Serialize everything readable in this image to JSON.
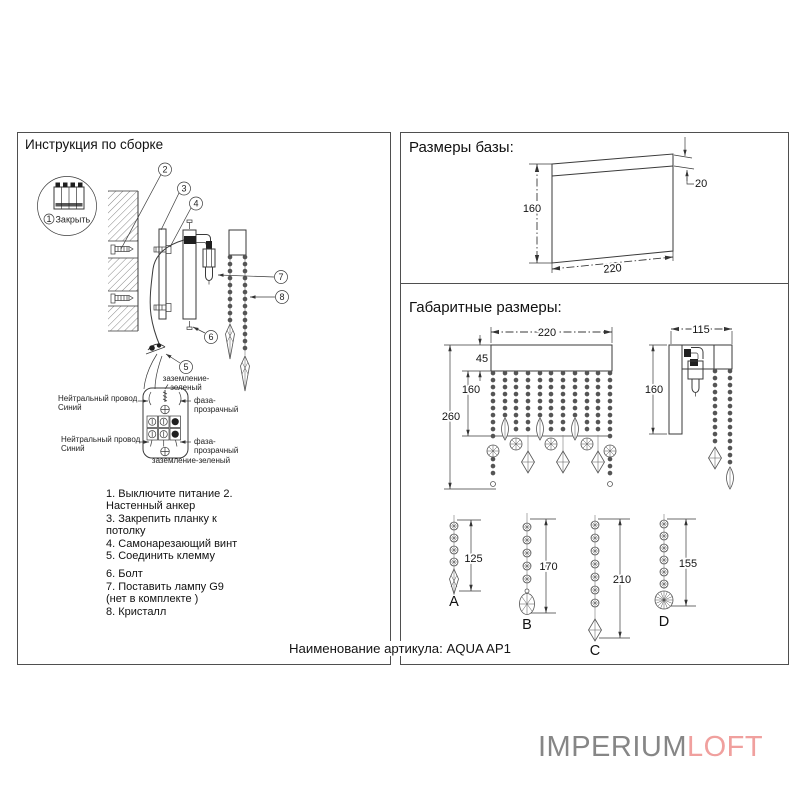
{
  "left": {
    "title": "Инструкция по сборке",
    "callout_close_num": "1",
    "callout_close_label": "Закрыть",
    "callout_numbers": {
      "c2": "2",
      "c3": "3",
      "c4": "4",
      "c5": "5",
      "c6": "6",
      "c7": "7",
      "c8": "8"
    },
    "wiring": {
      "ground_top": "заземление-зеленый",
      "neutral1_line1": "Нейтральный провод",
      "neutral1_line2": "Синий",
      "phase1": "фаза-прозрачный",
      "neutral2_line1": "Нейтральный провод",
      "neutral2_line2": "Синий",
      "phase2": "фаза-прозрачный",
      "ground_bottom": "заземление-зеленый"
    },
    "steps_block1": [
      "1. Выключите питание 2.",
      "Настенный анкер",
      "3. Закрепить планку к",
      "потолку",
      "4. Самонарезающий винт",
      "5. Соединить клемму"
    ],
    "steps_block2": [
      "6. Болт",
      "7. Поставить лампу G9",
      "(нет в комплекте )",
      "8. Кристалл"
    ]
  },
  "base": {
    "title": "Размеры базы:",
    "height": "160",
    "width": "220",
    "depth": "20"
  },
  "overall": {
    "title": "Габаритные размеры:",
    "front": {
      "width": "220",
      "top_height": "45",
      "curtain_height": "160",
      "total_height": "260"
    },
    "side": {
      "depth": "115",
      "height": "160"
    },
    "pendants": [
      {
        "label": "A",
        "length": "125"
      },
      {
        "label": "B",
        "length": "170"
      },
      {
        "label": "C",
        "length": "210"
      },
      {
        "label": "D",
        "length": "155"
      }
    ]
  },
  "footer": {
    "article_label": "Наименование артикула: AQUA AP1"
  },
  "brand": {
    "part1": "IMPERIUM",
    "part2": "LOFT",
    "gray": "#868686",
    "pink": "#f0a09e"
  }
}
